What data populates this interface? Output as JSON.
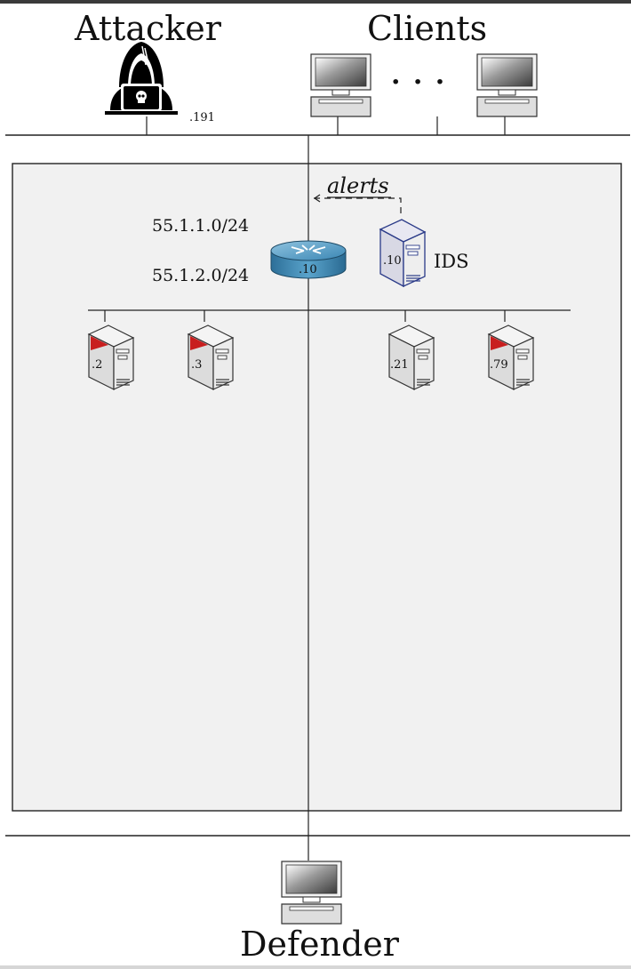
{
  "labels": {
    "attacker": "Attacker",
    "clients": "Clients",
    "defender": "Defender",
    "clients_ellipsis": "· · ·",
    "attacker_ip": ".191",
    "subnet_a": "55.1.1.0/24",
    "subnet_b": "55.1.2.0/24",
    "alerts": "alerts",
    "ids": "IDS",
    "router_ip": ".10",
    "ids_ip": ".10"
  },
  "servers": [
    {
      "ip": ".2",
      "icon": "server-red-icon"
    },
    {
      "ip": ".3",
      "icon": "server-red-icon"
    },
    {
      "ip": ".21",
      "icon": "server-icon"
    },
    {
      "ip": ".79",
      "icon": "server-red-icon"
    }
  ],
  "colors": {
    "enclave_fill": "#f1f1f1",
    "router_blue": "#2f78a4",
    "ids_outline": "#2a3a88",
    "server_flag": "#c81e1e"
  }
}
